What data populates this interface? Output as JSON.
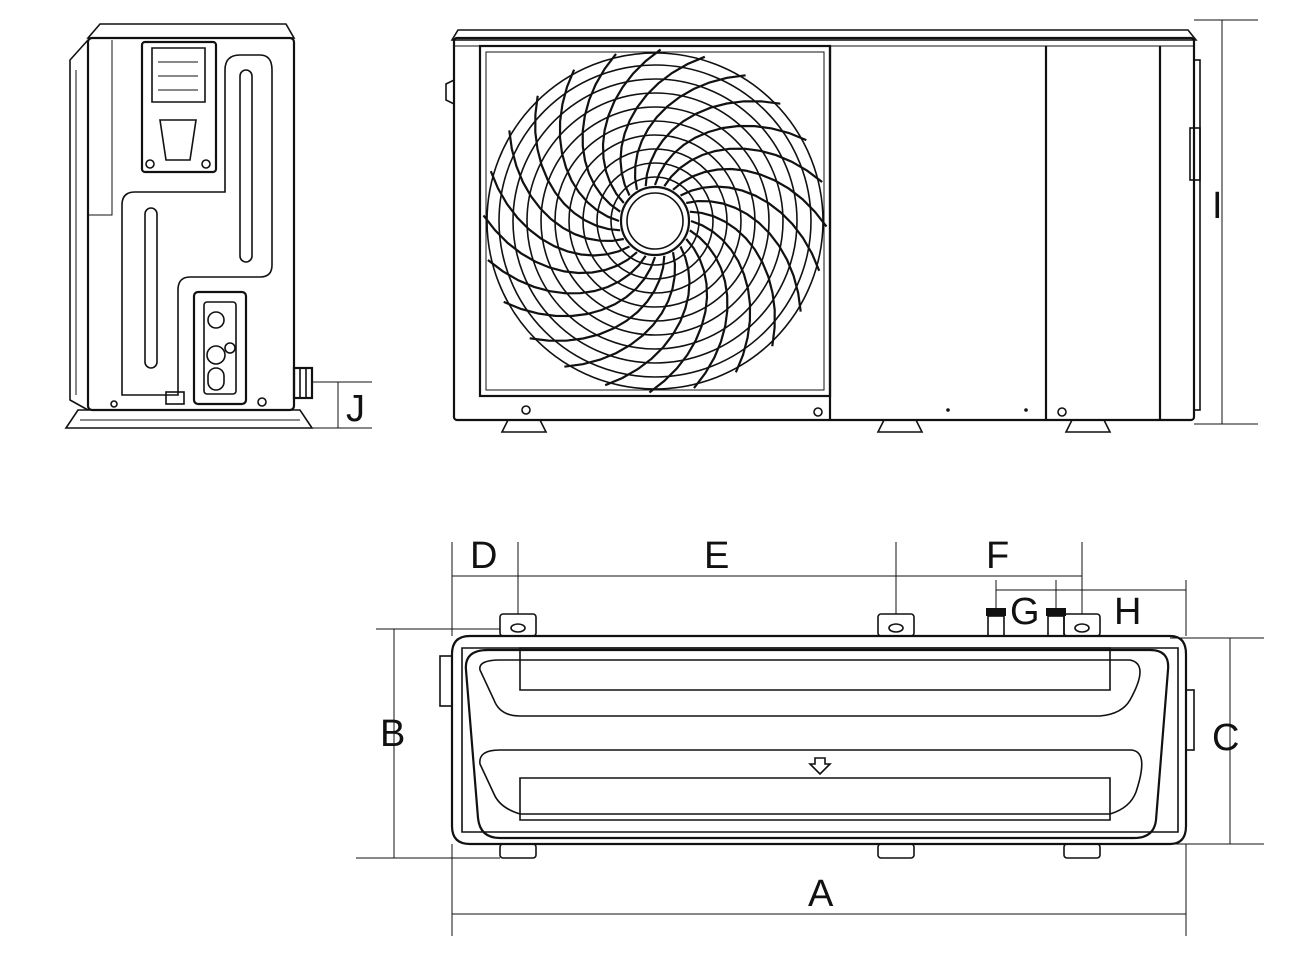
{
  "figure": {
    "views": [
      "side-view",
      "front-view",
      "top-view"
    ],
    "dimension_labels": {
      "A": "A",
      "B": "B",
      "C": "C",
      "D": "D",
      "E": "E",
      "F": "F",
      "G": "G",
      "H": "H",
      "I": "I",
      "J": "J"
    },
    "line_color": "#111111",
    "background": "#ffffff"
  }
}
